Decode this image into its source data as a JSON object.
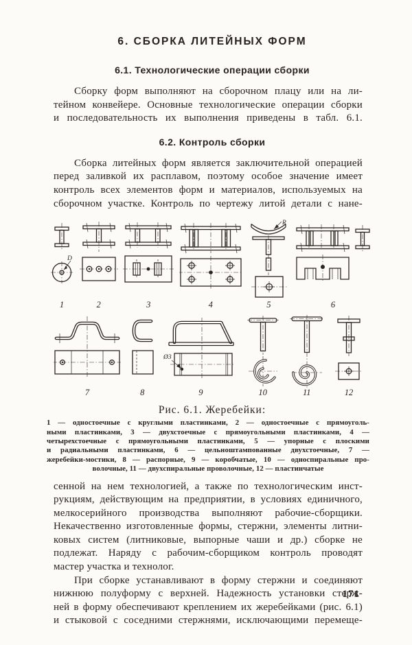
{
  "page": {
    "number": "171"
  },
  "headings": {
    "chapter": "6. СБОРКА ЛИТЕЙНЫХ ФОРМ",
    "section1": "6.1. Технологические операции сборки",
    "section2": "6.2. Контроль сборки"
  },
  "paragraphs": {
    "p1": [
      "Сборку форм выполняют на сборочном плацу или на ли-",
      "тейном конвейере. Основные технологические операции сборки",
      "и последовательность их выполнения приведены в табл. 6.1."
    ],
    "p2": [
      "Сборка литейных форм является заключительной операцией",
      "перед заливкой их расплавом, поэтому особое значение имеет",
      "контроль всех элементов форм и материалов, используемых на",
      "сборочном участке. Контроль по чертежу литой детали с нане-"
    ],
    "p3": [
      "сенной на нем технологией, а также по технологическим инст-",
      "рукциям, действующим на предприятии, в условиях единичного,",
      "мелкосерийного производства выполняют рабочие-сборщики.",
      "Некачественно изготовленные формы, стержни, элементы литни-",
      "ковых систем (литниковые, выпорные чаши и др.) сборке не",
      "подлежат. Наряду с рабочим-сборщиком контроль проводят",
      "мастер участка и технолог."
    ],
    "p4": [
      "При сборке устанавливают в форму стержни и соединяют",
      "нижнюю полуформу с верхней. Надежность установки стерж-",
      "ней в форму обеспечивают креплением их жеребейками (рис. 6.1)",
      "и стыковой с соседними стержнями, исключающими перемеще-"
    ]
  },
  "figure": {
    "caption": "Рис. 6.1. Жеребейки:",
    "legend": [
      "1 — одностоечные с круглыми пластинками, 2 — одностоечные с прямоуголь-",
      "ными пластинками, 3 — двухстоечные с прямоугольными пластинками, 4 —",
      "четырехстоечные с прямоугольными пластинками, 5 — упорные с плоскими",
      "и радиальными пластинками, 6 — цельноштампованные двухстоечные, 7 —",
      "жеребейки-мостики, 8 — распорные, 9 — коробчатые, 10 — односпиральные про-",
      "волочные, 11 — двухспиральные проволочные, 12 — пластинчатые"
    ],
    "item_labels": [
      "1",
      "2",
      "3",
      "4",
      "5",
      "6",
      "7",
      "8",
      "9",
      "10",
      "11",
      "12"
    ],
    "annotations": {
      "diameter": "D",
      "radius": "R",
      "dia3": "Ø3"
    }
  }
}
